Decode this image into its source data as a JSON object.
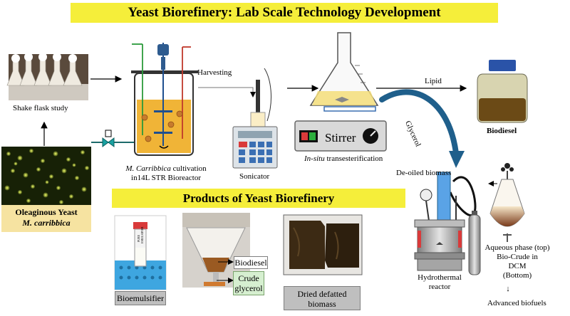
{
  "title": "Yeast Biorefinery: Lab Scale Technology Development",
  "products_title": "Products of Yeast Biorefinery",
  "labels": {
    "shake_flask": "Shake flask study",
    "yeast_line1": "Oleaginous  Yeast",
    "yeast_line2": "M. carribbica",
    "harvesting": "Harvesting",
    "cultivation_species": "M. Carribbica",
    "cultivation_rest": " cultivation",
    "cultivation_line2": "in14L STR Bioreactor",
    "sonicator": "Sonicator",
    "stirrer": "Stirrer",
    "insitu_italic": "In-situ",
    "insitu_rest": " transesterification",
    "lipid": "Lipid",
    "glycerol": "Glycerol",
    "biodiesel": "Biodiesel",
    "deoiled": "De-oiled biomass",
    "hydro_line1": "Hydrothermal",
    "hydro_line2": "reactor",
    "aqueous_line1": "Aqueous phase (top)",
    "aqueous_line2": "Bio-Crude in",
    "aqueous_line3": "DCM",
    "aqueous_line4": "(Bottom)",
    "arrow_down": "↓",
    "advanced": "Advanced biofuels",
    "bioemulsifier": "Bioemulsifier",
    "product_biodiesel": "Biodiesel",
    "crude_line1": "Crude",
    "crude_line2": "glycerol",
    "dried_line1": "Dried defatted",
    "dried_line2": "biomass",
    "tube_label": "PURE\nEMULSIFIER"
  },
  "colors": {
    "banner": "#f5ee3a",
    "yeast_box": "#f6e3a1",
    "broth": "#f0b437",
    "lipid_arrow": "#1f5f8b",
    "tag_grey": "#bfbfbf",
    "tag_green": "#d6efd0"
  }
}
